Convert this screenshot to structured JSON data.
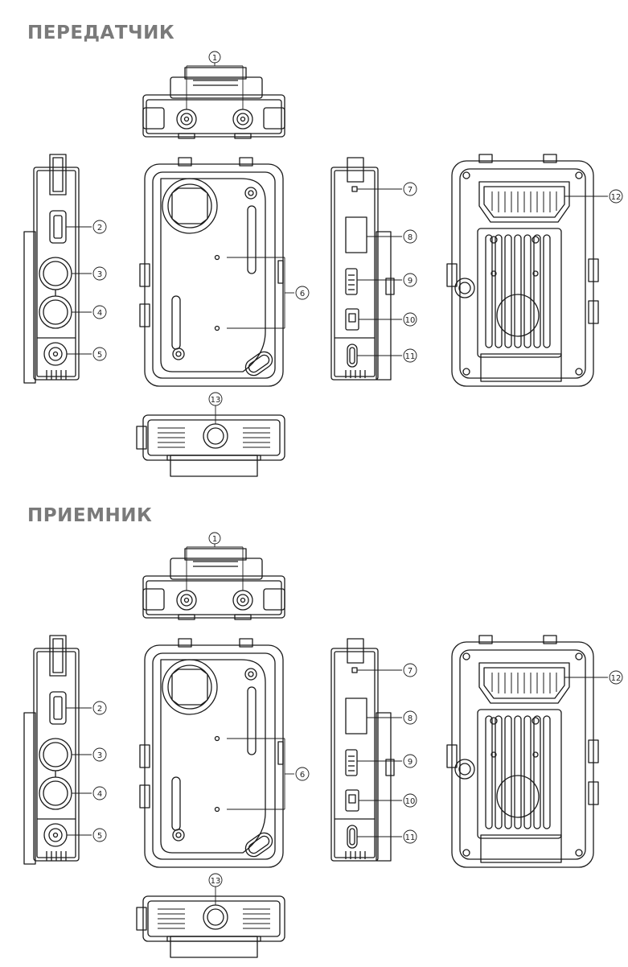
{
  "sections": [
    {
      "title": "ПЕРЕДАТЧИК",
      "callouts": [
        "1",
        "2",
        "3",
        "4",
        "5",
        "6",
        "7",
        "8",
        "9",
        "10",
        "11",
        "12",
        "13"
      ]
    },
    {
      "title": "ПРИЕМНИК",
      "callouts": [
        "1",
        "2",
        "3",
        "4",
        "5",
        "6",
        "7",
        "8",
        "9",
        "10",
        "11",
        "12",
        "13"
      ]
    }
  ],
  "colors": {
    "line": "#1a1a1a",
    "title": "#7a7a7a"
  },
  "icons": [
    "antenna-connector-icon",
    "hdmi-port-icon",
    "bnc-port-icon",
    "usb-c-port-icon",
    "oled-screen-icon",
    "menu-button-icon",
    "power-switch-icon",
    "led-indicator-icon",
    "tripod-mount-icon",
    "heatsink-fins-icon"
  ]
}
